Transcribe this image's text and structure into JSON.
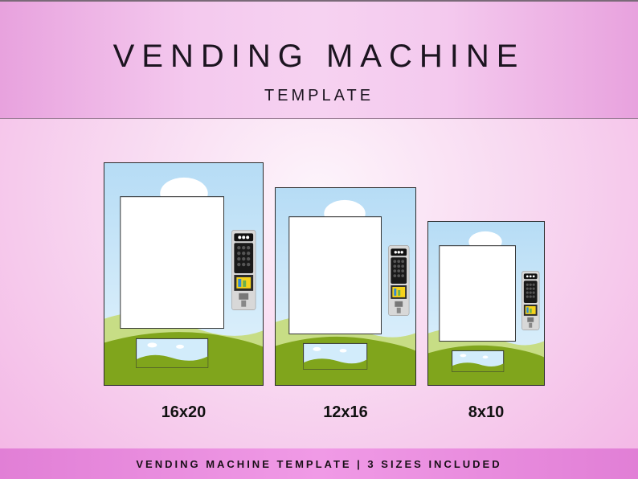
{
  "header": {
    "title": "VENDING MACHINE",
    "subtitle": "TEMPLATE"
  },
  "templates": [
    {
      "size_label": "16x20"
    },
    {
      "size_label": "12x16"
    },
    {
      "size_label": "8x10"
    }
  ],
  "keypad": {
    "display_text": "000"
  },
  "footer": {
    "text": "VENDING MACHINE TEMPLATE | 3 SIZES INCLUDED"
  },
  "colors": {
    "sky": "#bfe3f7",
    "grass_dark": "#7ea51c",
    "grass_light": "#c7dd85",
    "header_pink": "#f4c9ee",
    "footer_pink": "#ef94e3"
  }
}
